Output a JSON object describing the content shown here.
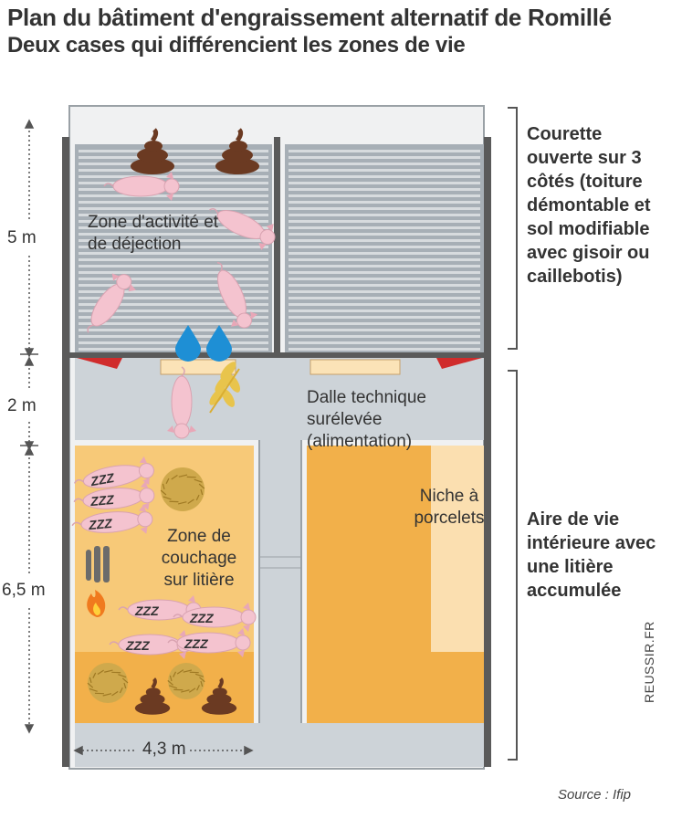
{
  "title": "Plan du bâtiment d'engraissement alternatif de Romillé",
  "subtitle": "Deux cases qui différencient les zones de vie",
  "dimensions": {
    "d1": "5 m",
    "d2": "2 m",
    "d3": "6,5 m",
    "width": "4,3 m"
  },
  "notes": {
    "courette": "Courette ouverte sur 3 côtés (toiture démontable et sol modifiable avec gisoir ou caillebotis)",
    "aire": "Aire de vie intérieure avec une litière accumulée"
  },
  "zones": {
    "activite": "Zone d'activité et de déjection",
    "dalle": "Dalle technique surélevée (alimentation)",
    "couchage": "Zone de couchage sur litière",
    "niche": "Niche à porcelets"
  },
  "sleep_mark": "ZZZ",
  "source": "Source : Ifip",
  "watermark": "REUSSIR.FR",
  "colors": {
    "grate": "#a7afb6",
    "slat": "#d7dbde",
    "wall": "#5a5a5a",
    "concrete": "#cdd3d8",
    "litter": "#f2b04a",
    "litter_light": "#f7c978",
    "niche": "#fbdfb0",
    "trough": "#fbe3b7",
    "red": "#d02c2c",
    "water": "#1e8fd5",
    "pig": "#f4c3cf",
    "poop": "#6b3a22",
    "straw": "#cfa94c"
  }
}
